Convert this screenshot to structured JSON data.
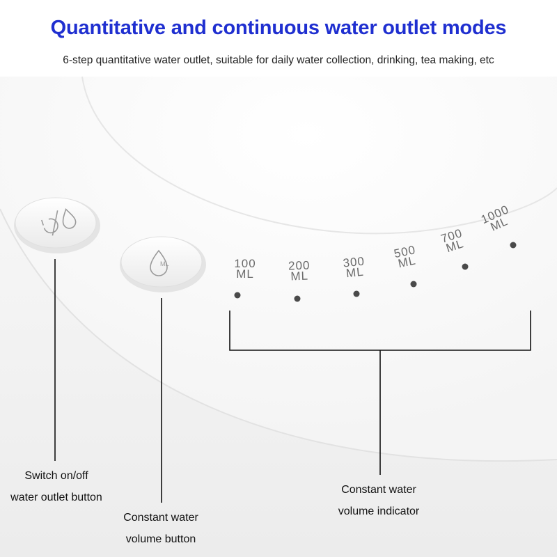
{
  "header": {
    "title": "Quantitative and continuous water outlet modes",
    "subtitle": "6-step quantitative water outlet, suitable for daily water collection, drinking, tea making, etc"
  },
  "colors": {
    "title": "#1f2fd0",
    "device": "#f3f3f3",
    "indicator_dot": "#4a4a4a"
  },
  "icons": {
    "switch_button": "power-droplet-icon",
    "volume_button": "droplet-ml-icon"
  },
  "volume_marks": [
    {
      "value": "100",
      "unit": "ML"
    },
    {
      "value": "200",
      "unit": "ML"
    },
    {
      "value": "300",
      "unit": "ML"
    },
    {
      "value": "500",
      "unit": "ML"
    },
    {
      "value": "700",
      "unit": "ML"
    },
    {
      "value": "1000",
      "unit": "ML"
    }
  ],
  "captions": {
    "switch_line1": "Switch on/off",
    "switch_line2": "water outlet button",
    "volume_button_line1": "Constant water",
    "volume_button_line2": "volume button",
    "indicator_line1": "Constant water",
    "indicator_line2": "volume indicator"
  }
}
